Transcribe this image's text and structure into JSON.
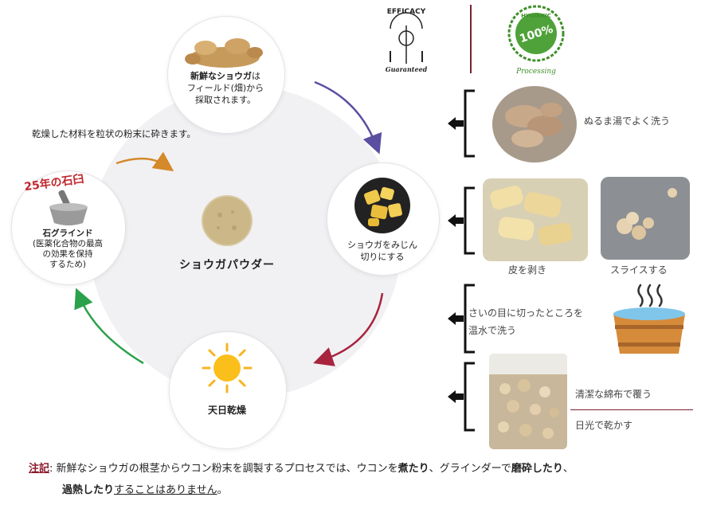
{
  "nodes": {
    "harvest": {
      "line1_bold": "新鮮なショウガ",
      "line1_rest": "は",
      "line2": "フィールド(畑)から",
      "line3": "採取されます。"
    },
    "mince": {
      "line1": "ショウガをみじん",
      "line2": "切りにする"
    },
    "sun": {
      "label": "天日乾燥"
    },
    "grind": {
      "badge": "25年の石臼",
      "title": "石グラインド",
      "line1": "(医薬化合物の最高",
      "line2": "の効果を保持",
      "line3": "するため)"
    },
    "center": {
      "label": "ショウガパウダー"
    }
  },
  "grind_caption": "乾燥した材料を粒状の粉末に砕きます。",
  "badges": {
    "efficacy_top": "EFFICACY",
    "efficacy_bottom": "Guaranteed",
    "hygienic_ring": "HYGIENIC",
    "hygienic_pct": "100%",
    "hygienic_bottom": "Processing"
  },
  "steps": {
    "wash": "ぬるま湯でよく洗う",
    "peel": "皮を剥き",
    "slice": "スライスする",
    "rinse_line1": "さいの目に切ったところを",
    "rinse_line2": "温水で洗う",
    "cover": "清潔な綿布で覆う",
    "dry": "日光で乾かす"
  },
  "note": {
    "label": "注記",
    "colon": ":",
    "p1": "新鮮な",
    "p2": "ショウガ",
    "p3": "の根茎からウコン粉末を調製するプロセスでは、ウコンを",
    "b1": "煮たり",
    "p4": "、グラインダーで",
    "b2": "磨砕したり",
    "p5": "、",
    "b3": "過熱したり",
    "u1": "することはありません",
    "p6": "。"
  },
  "colors": {
    "arrow_purple": "#5a4fa0",
    "arrow_orange": "#d4892a",
    "arrow_red": "#a8243e",
    "arrow_green": "#2aa14a",
    "note_label": "#8b1a2a",
    "hygienic_green": "#3f8f2a"
  }
}
